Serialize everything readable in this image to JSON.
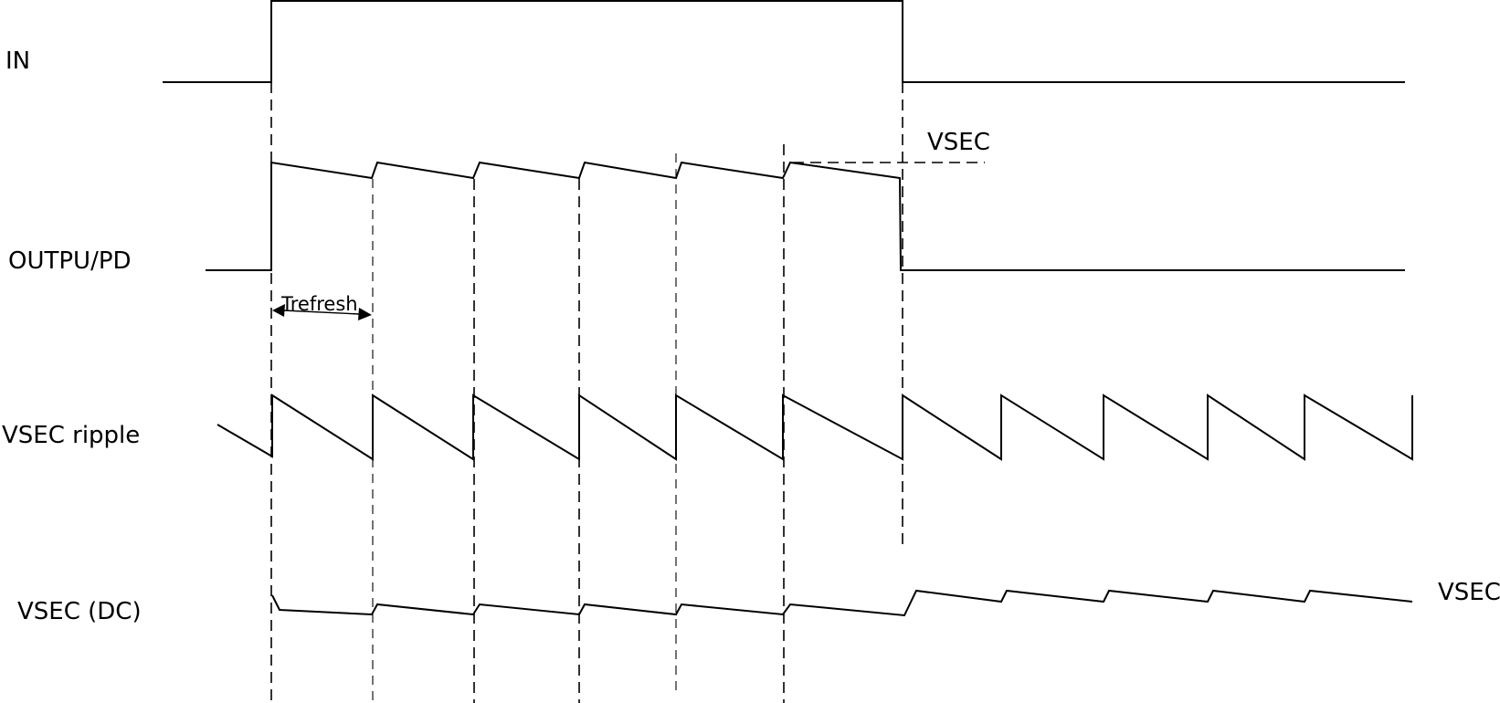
{
  "signals": [
    {
      "id": "in",
      "label": "IN"
    },
    {
      "id": "output",
      "label": "OUTPU/PD"
    },
    {
      "id": "ripple",
      "label": "VSEC ripple"
    },
    {
      "id": "dc",
      "label": "VSEC (DC)"
    }
  ],
  "annotations": {
    "vsec_level": "VSEC",
    "vsec_right": "VSEC",
    "trefresh": "Trefresh"
  },
  "colors": {
    "stroke": "#000000",
    "background": "#ffffff"
  }
}
